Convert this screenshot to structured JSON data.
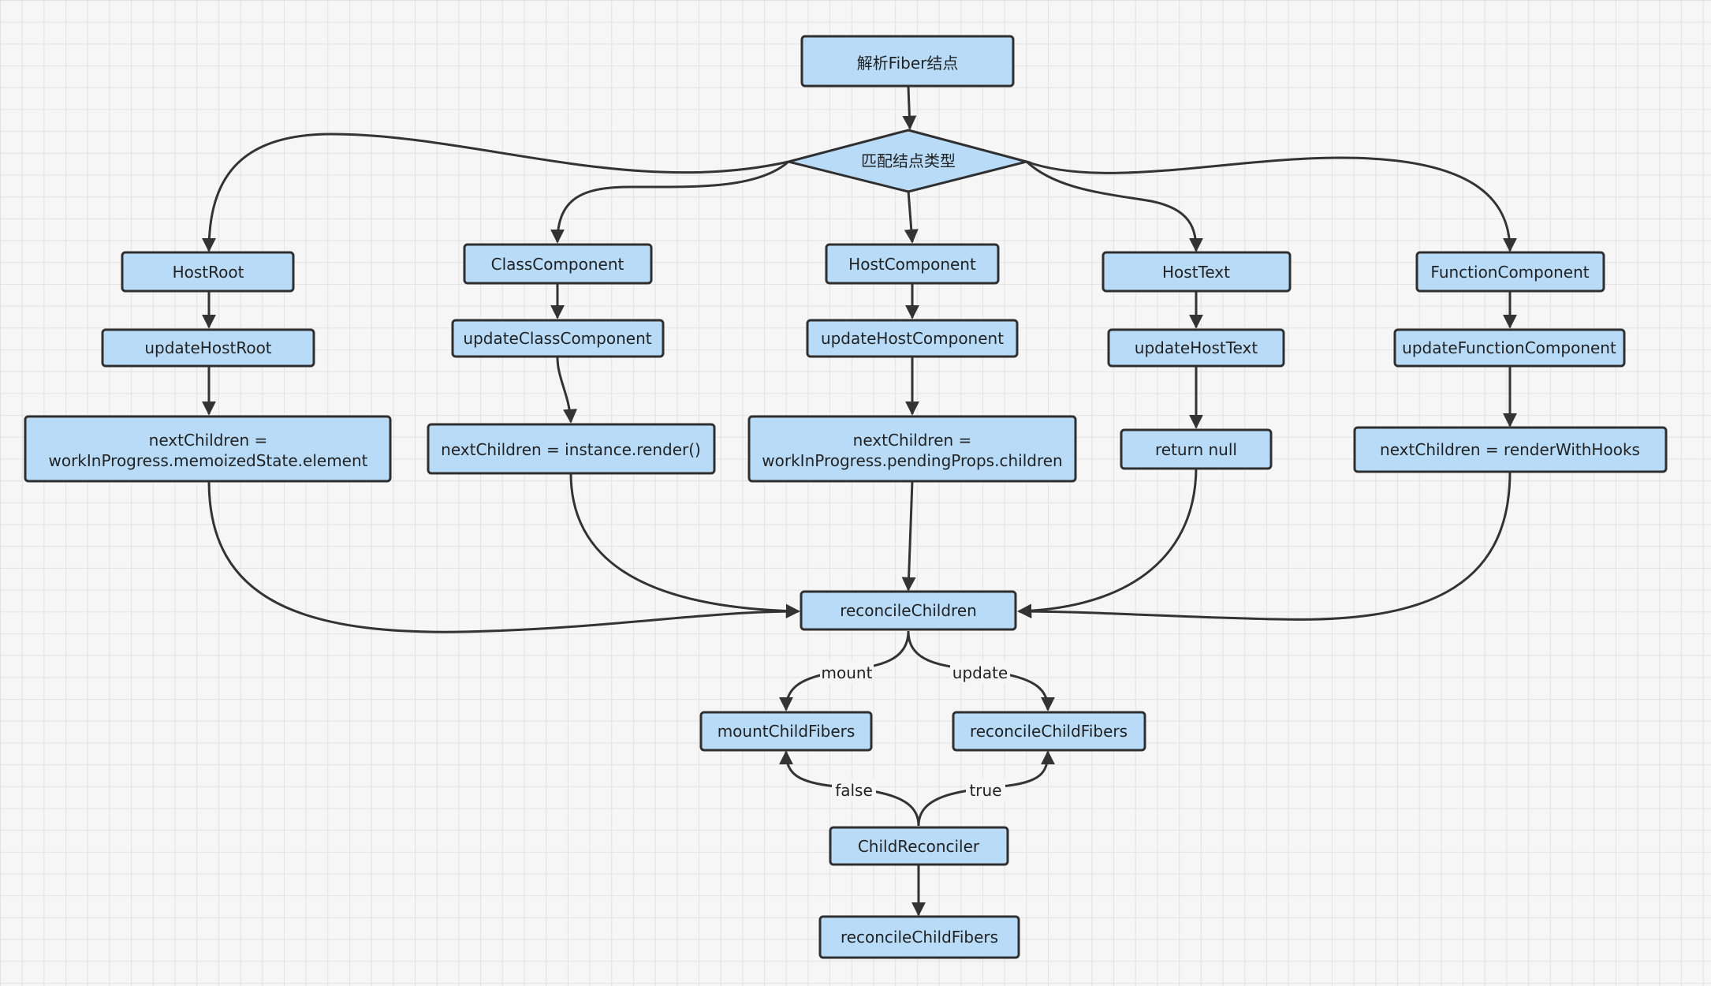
{
  "nodes": {
    "parse": "解析Fiber结点",
    "match": "匹配结点类型",
    "hostRoot": "HostRoot",
    "classComponent": "ClassComponent",
    "hostComponent": "HostComponent",
    "hostText": "HostText",
    "functionComponent": "FunctionComponent",
    "updateHostRoot": "updateHostRoot",
    "updateClassComponent": "updateClassComponent",
    "updateHostComponent": "updateHostComponent",
    "updateHostText": "updateHostText",
    "updateFunctionComponent": "updateFunctionComponent",
    "nextHostRoot": [
      "nextChildren =",
      "workInProgress.memoizedState.element"
    ],
    "nextClass": "nextChildren = instance.render()",
    "nextHost": [
      "nextChildren =",
      "workInProgress.pendingProps.children"
    ],
    "returnNull": "return null",
    "nextFunction": "nextChildren = renderWithHooks",
    "reconcileChildren": "reconcileChildren",
    "mountChildFibers": "mountChildFibers",
    "reconcileChildFibers": "reconcileChildFibers",
    "childReconciler": "ChildReconciler",
    "reconcileChildFibersFinal": "reconcileChildFibers"
  },
  "edge_labels": {
    "mount": "mount",
    "update": "update",
    "false": "false",
    "true": "true"
  },
  "colors": {
    "node_fill": "#b8dcf7",
    "node_stroke": "#2f2f2f",
    "edge": "#333333",
    "background": "#f6f6f6",
    "grid": "#e2e2e2"
  }
}
